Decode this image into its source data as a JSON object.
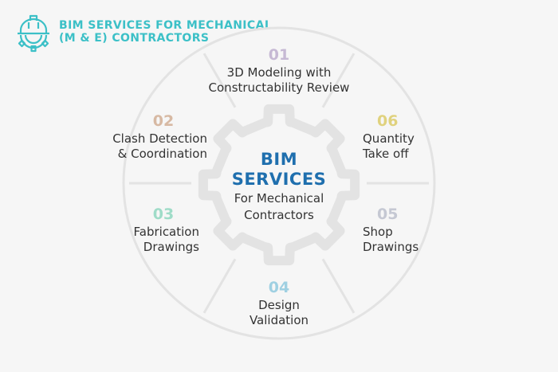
{
  "header": {
    "icon": "helmet-gear-icon",
    "line1": "BIM SERVICES FOR MECHANICAL",
    "line2": "(M & E) CONTRACTORS",
    "color": "#3cc0c7"
  },
  "center": {
    "title_line1": "BIM",
    "title_line2": "SERVICES",
    "subtitle_line1": "For Mechanical",
    "subtitle_line2": "Contractors",
    "title_color": "#1f6fae"
  },
  "services": [
    {
      "num": "01",
      "line1": "3D Modeling with",
      "line2": "Constructability Review",
      "color": "#c6b9d4"
    },
    {
      "num": "02",
      "line1": "Clash Detection",
      "line2": "& Coordination",
      "color": "#d7b9a3"
    },
    {
      "num": "03",
      "line1": "Fabrication",
      "line2": "Drawings",
      "color": "#9fdcc8"
    },
    {
      "num": "04",
      "line1": "Design",
      "line2": "Validation",
      "color": "#9fd0e2"
    },
    {
      "num": "05",
      "line1": "Shop",
      "line2": "Drawings",
      "color": "#c5c8d3"
    },
    {
      "num": "06",
      "line1": "Quantity",
      "line2": "Take off",
      "color": "#e0d27e"
    }
  ],
  "colors": {
    "ring": "#e3e3e3",
    "background": "#f6f6f6",
    "text": "#333333"
  }
}
